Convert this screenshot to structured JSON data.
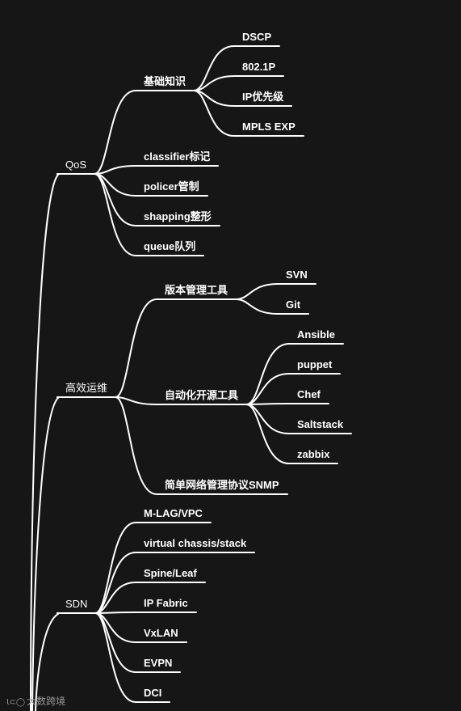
{
  "mindmap": {
    "branches": [
      {
        "label": "QoS",
        "children": [
          {
            "label": "基础知识",
            "children": [
              "DSCP",
              "802.1P",
              "IP优先级",
              "MPLS EXP"
            ]
          },
          {
            "label": "classifier标记"
          },
          {
            "label": "policer管制"
          },
          {
            "label": "shapping整形"
          },
          {
            "label": "queue队列"
          }
        ]
      },
      {
        "label": "高效运维",
        "children": [
          {
            "label": "版本管理工具",
            "children": [
              "SVN",
              "Git"
            ]
          },
          {
            "label": "自动化开源工具",
            "children": [
              "Ansible",
              "puppet",
              "Chef",
              "Saltstack",
              "zabbix"
            ]
          },
          {
            "label": "简单网络管理协议SNMP"
          }
        ]
      },
      {
        "label": "SDN",
        "children": [
          {
            "label": "M-LAG/VPC"
          },
          {
            "label": "virtual chassis/stack"
          },
          {
            "label": "Spine/Leaf"
          },
          {
            "label": "IP Fabric"
          },
          {
            "label": "VxLAN"
          },
          {
            "label": "EVPN"
          },
          {
            "label": "DCI"
          }
        ]
      }
    ]
  },
  "watermark": {
    "logo": "Ɩ⊂◯",
    "text": "大数跨境"
  },
  "colors": {
    "background": "#161616",
    "line": "#ffffff",
    "text": "#ffffff",
    "watermark": "#9a9a9a"
  }
}
